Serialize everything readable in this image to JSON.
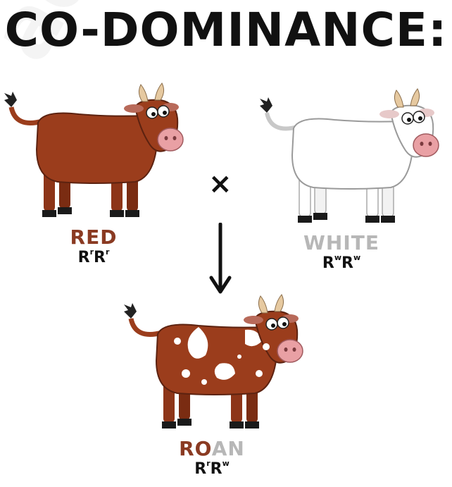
{
  "title": "CO-DOMINANCE:",
  "cross_symbol": "×",
  "parents": [
    {
      "name": "RED",
      "allele_base": "R",
      "allele_sup": "r",
      "color": "#8a3a22"
    },
    {
      "name": "WHITE",
      "allele_base": "R",
      "allele_sup": "w",
      "color": "#b7b7b7"
    }
  ],
  "offspring": {
    "name_part1": "RO",
    "name_part2": "AN",
    "genotype_base": "R",
    "sup1": "r",
    "sup2": "w",
    "color_red": "#8a3a22",
    "color_white": "#b7b7b7"
  },
  "colors": {
    "red_coat": "#9b3d1c",
    "white_coat": "#ffffff",
    "muzzle": "#e9a0a4",
    "horn": "#e6c9a0",
    "outline": "#3a2418"
  },
  "icons": [
    "down-arrow-icon",
    "cross-icon"
  ]
}
